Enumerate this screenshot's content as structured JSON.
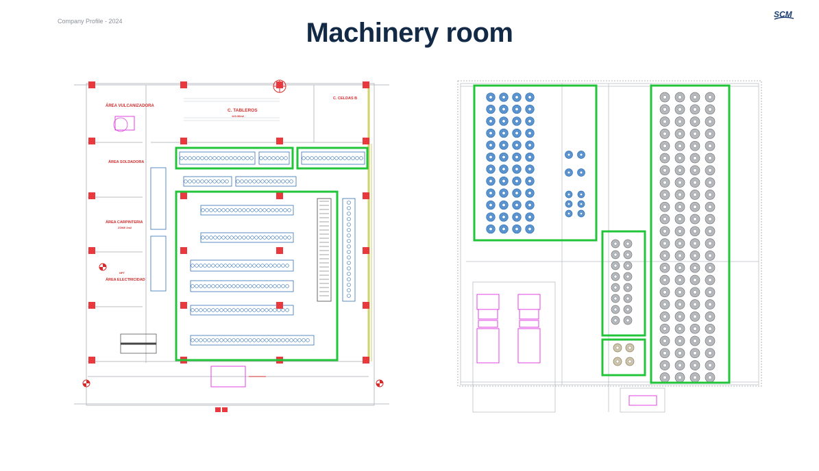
{
  "header": {
    "company_note": "Company Profile - 2024",
    "title": "Machinery room",
    "logo_text": "SCM"
  },
  "left_plan": {
    "labels": {
      "area_vulcanizadora": "ÁREA VULCANIZADORA",
      "c_tableros": "C. TABLEROS",
      "c_tableros_sub": "123.30m2",
      "c_celdas": "C. CELDAS B",
      "area_soldadora": "ÁREA SOLDADORA",
      "area_carpinteria": "ÁREA CARPINTERIA",
      "area_carpinteria_sub": "ZONE 2m2",
      "area_electricidad": "ÁREA ELECTRICIDAD",
      "npt": "NPT"
    }
  },
  "colors": {
    "title": "#132a46",
    "highlight": "#22c43a",
    "columns": "#e8393f",
    "labels": "#d42b2b",
    "machinery": "#2f6fb5",
    "plan_lines": "#9aa0a6",
    "magenta": "#e040e0"
  }
}
